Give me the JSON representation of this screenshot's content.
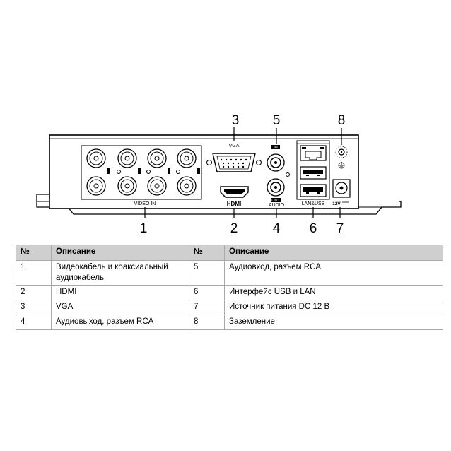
{
  "callouts": [
    "1",
    "2",
    "3",
    "4",
    "5",
    "6",
    "7",
    "8"
  ],
  "port_labels": {
    "video_in": "VIDEO IN",
    "vga": "VGA",
    "hdmi": "HDMI",
    "audio": "AUDIO",
    "audio_in": "IN",
    "audio_out": "OUT",
    "lan_usb": "LAN&USB",
    "power": "12V"
  },
  "table": {
    "headers": [
      "№",
      "Описание",
      "№",
      "Описание"
    ],
    "rows": [
      [
        "1",
        "Видеокабель и коаксиальный аудиокабель",
        "5",
        "Аудиовход, разъем RCA"
      ],
      [
        "2",
        "HDMI",
        "6",
        "Интерфейс USB и LAN"
      ],
      [
        "3",
        "VGA",
        "7",
        "Источник питания DC 12 В"
      ],
      [
        "4",
        "Аудиовыход, разъем RCA",
        "8",
        "Заземление"
      ]
    ]
  }
}
